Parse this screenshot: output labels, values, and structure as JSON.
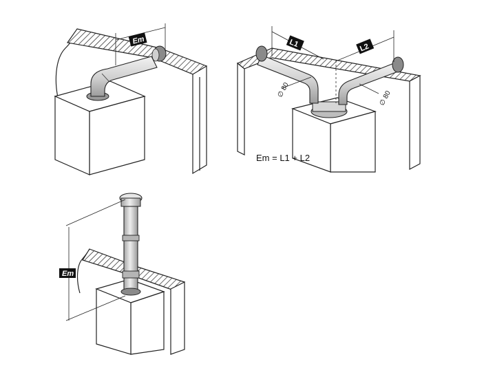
{
  "labels": {
    "em_top": "Em",
    "l1": "L1",
    "l2": "L2",
    "em_left": "Em",
    "diam_left": "∅ 80",
    "diam_right": "∅ 80",
    "formula": "Em = L1 + L2"
  },
  "colors": {
    "line": "#222222",
    "pipe_fill": "#d9d9d9",
    "pipe_shadow": "#a8a8a8",
    "label_bg": "#111111"
  }
}
